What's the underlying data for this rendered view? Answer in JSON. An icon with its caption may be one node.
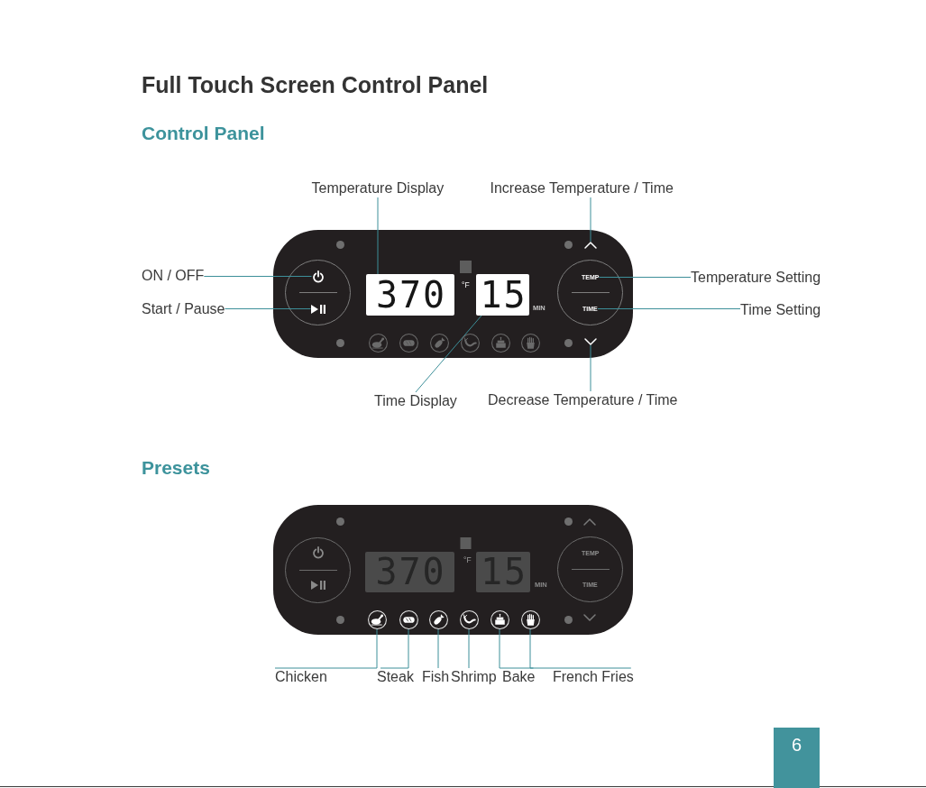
{
  "diagram": {
    "title": "Full Touch Screen Control Panel",
    "nodes": [
      {
        "text": [
          "Temperature Display"
        ]
      },
      {
        "text": [
          "Increase Temperature / Time"
        ]
      },
      {
        "text": [
          "ON / OFF"
        ]
      },
      {
        "text": [
          "Start / Pause"
        ]
      },
      {
        "text": [
          "°F",
          "MIN"
        ]
      },
      {
        "text": [],
        "shape": "circle",
        "in": 4
      },
      {
        "text": [],
        "shape": "picture",
        "in": 5
      },
      {
        "text": [],
        "shape": "picture",
        "in": 5
      },
      {
        "text": [
          "370"
        ],
        "in": 4
      },
      {
        "text": [
          "15"
        ],
        "in": 4
      },
      {
        "text": [],
        "shape": "picture",
        "in": 4
      },
      {
        "text": [],
        "shape": "circle",
        "in": 4
      },
      {
        "text": [
          "TEMP"
        ],
        "in": 11
      },
      {
        "text": [
          "TIME"
        ],
        "in": 11
      },
      {
        "text": [],
        "shape": "picture",
        "in": 4
      },
      {
        "text": [
          "Temperature Setting"
        ]
      },
      {
        "text": [
          "Time Setting"
        ]
      },
      {
        "text": [
          "Time Display"
        ]
      },
      {
        "text": [
          "Decrease Temperature / Time"
        ]
      },
      {
        "text": [
          "°F",
          "MIN"
        ]
      },
      {
        "text": [],
        "shape": "circle",
        "in": 19
      },
      {
        "text": [
          "370"
        ],
        "in": 19
      },
      {
        "text": [
          "15"
        ],
        "in": 19
      },
      {
        "text": [
          "TEMP",
          "TIME"
        ],
        "in": 19
      },
      {
        "text": [],
        "shape": "picture",
        "in": 19
      },
      {
        "text": [],
        "shape": "picture",
        "in": 19
      },
      {
        "text": [],
        "shape": "picture",
        "in": 19
      },
      {
        "text": [],
        "shape": "picture",
        "in": 19
      },
      {
        "text": [],
        "shape": "picture",
        "in": 19
      },
      {
        "text": [],
        "shape": "picture",
        "in": 19
      },
      {
        "text": [
          "Chicken"
        ]
      },
      {
        "text": [
          "Steak"
        ]
      },
      {
        "text": [
          "Fish"
        ]
      },
      {
        "text": [
          "Shrimp"
        ]
      },
      {
        "text": [
          "Bake"
        ]
      },
      {
        "text": [
          "French Fries"
        ]
      },
      {
        "text": [
          "6"
        ]
      }
    ],
    "edges": [
      {
        "from": 0,
        "to": 8,
        "arrow": "none"
      },
      {
        "from": 1,
        "to": 10,
        "arrow": "none"
      },
      {
        "from": 2,
        "to": 6,
        "arrow": "none"
      },
      {
        "from": 3,
        "to": 7,
        "arrow": "none"
      },
      {
        "from": 15,
        "to": 12,
        "arrow": "none"
      },
      {
        "from": 16,
        "to": 13,
        "arrow": "none"
      },
      {
        "from": 17,
        "to": 9,
        "arrow": "none"
      },
      {
        "from": 18,
        "to": 14,
        "arrow": "none"
      },
      {
        "from": 30,
        "to": 24,
        "arrow": "none"
      },
      {
        "from": 31,
        "to": 25,
        "arrow": "none"
      },
      {
        "from": 32,
        "to": 26,
        "arrow": "none"
      },
      {
        "from": 33,
        "to": 27,
        "arrow": "none"
      },
      {
        "from": 34,
        "to": 28,
        "arrow": "none"
      },
      {
        "from": 35,
        "to": 29,
        "arrow": "none"
      }
    ],
    "labels": [
      "Control Panel",
      "Presets"
    ]
  }
}
